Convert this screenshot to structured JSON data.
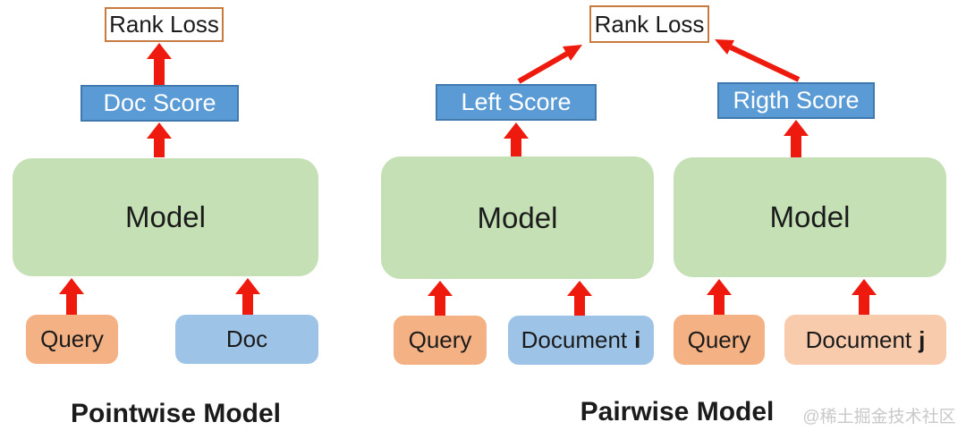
{
  "colors": {
    "model_green": "#c5e0b4",
    "score_blue": "#5a9bd5",
    "score_border": "#4079ad",
    "doc_blue": "#9dc3e6",
    "query_orange": "#f4b183",
    "doc_peach": "#f8cbad",
    "rank_border": "#c97b3f",
    "arrow_red": "#ee1a0e",
    "text_dark": "#1b1b1b",
    "watermark_gray": "#c9c9c9"
  },
  "pointwise": {
    "caption": "Pointwise Model",
    "rank_loss_label": "Rank Loss",
    "score_label": "Doc Score",
    "model_label": "Model",
    "query_label": "Query",
    "doc_label": "Doc"
  },
  "pairwise": {
    "caption": "Pairwise Model",
    "rank_loss_label": "Rank Loss",
    "left_score_label": "Left Score",
    "right_score_label": "Rigth Score",
    "left_model_label": "Model",
    "right_model_label": "Model",
    "left_query_label": "Query",
    "right_query_label": "Query",
    "document_i_label": "Document",
    "document_i_index": "i",
    "document_j_label": "Document",
    "document_j_index": "j"
  },
  "watermark": "@稀土掘金技术社区"
}
